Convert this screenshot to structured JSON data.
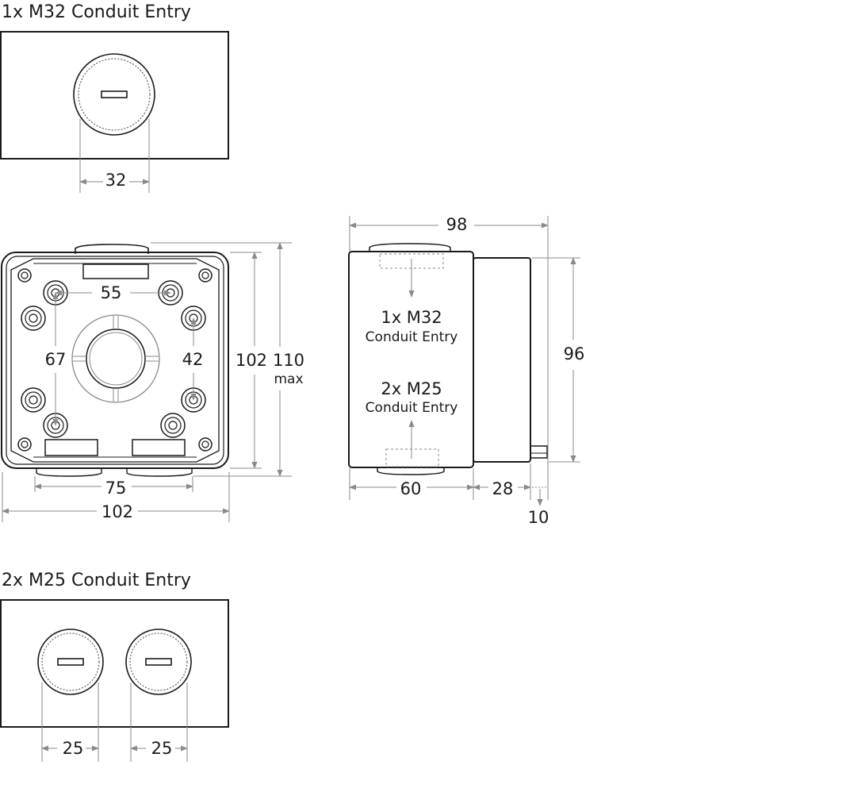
{
  "m32_view": {
    "title": "1x M32 Conduit Entry",
    "width_dim": "32"
  },
  "front_view": {
    "dim_55": "55",
    "dim_67": "67",
    "dim_42": "42",
    "dim_75": "75",
    "dim_102_width": "102",
    "dim_102_height": "102",
    "dim_110": "110",
    "dim_110_note": "max"
  },
  "side_view": {
    "dim_98": "98",
    "dim_96": "96",
    "dim_60": "60",
    "dim_28": "28",
    "dim_10": "10",
    "top_entry_title": "1x M32",
    "top_entry_sub": "Conduit Entry",
    "bottom_entry_title": "2x M25",
    "bottom_entry_sub": "Conduit Entry"
  },
  "m25_view": {
    "title": "2x M25 Conduit Entry",
    "left_width_dim": "25",
    "right_width_dim": "25"
  },
  "colors": {
    "line": "#1a1a1a",
    "dimension_line": "#8a8a8a",
    "background": "#ffffff"
  }
}
